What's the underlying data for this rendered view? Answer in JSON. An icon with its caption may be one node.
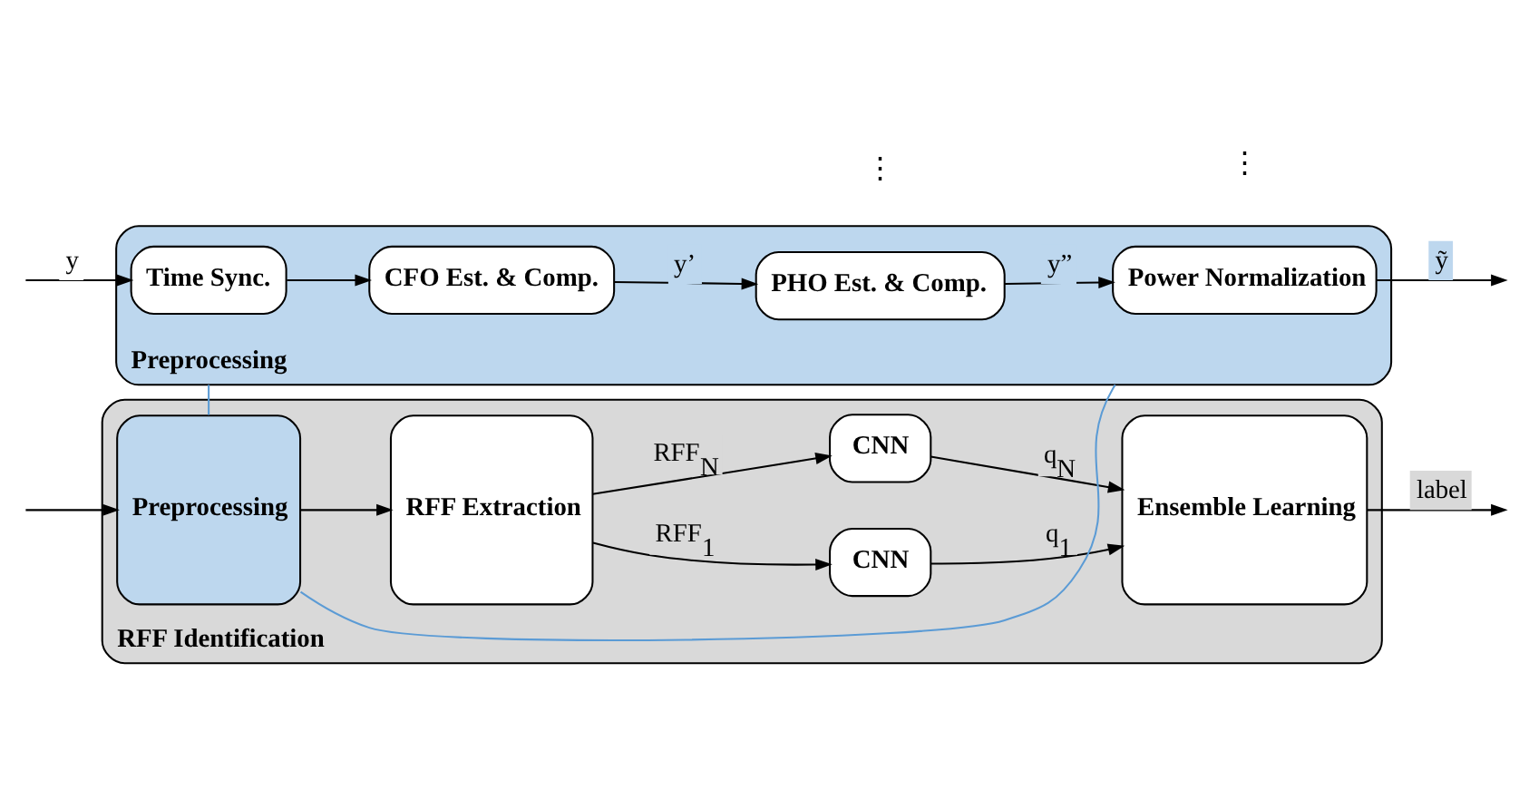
{
  "diagram": {
    "nodes": [
      {
        "text": [
          "Preprocessing"
        ]
      },
      {
        "text": [
          "Time Sync."
        ],
        "in": 0
      },
      {
        "text": [
          "CFO Est. & Comp."
        ],
        "in": 0
      },
      {
        "text": [
          "PHO Est. & Comp."
        ],
        "in": 0
      },
      {
        "text": [
          "Power Normalization"
        ],
        "in": 0
      },
      {
        "text": [
          "RFF Identification"
        ]
      },
      {
        "text": [
          "Preprocessing"
        ],
        "in": 5
      },
      {
        "text": [
          "RFF Extraction"
        ],
        "in": 5
      },
      {
        "text": [
          "CNN"
        ],
        "in": 5
      },
      {
        "text": [
          "CNN"
        ],
        "in": 5
      },
      {
        "text": [
          "Ensemble Learning"
        ],
        "in": 5
      }
    ],
    "edges": [
      {
        "from": null,
        "to": 1,
        "arrow": "to",
        "label": "y"
      },
      {
        "from": 1,
        "to": 2,
        "arrow": "to"
      },
      {
        "from": 2,
        "to": 3,
        "arrow": "to",
        "label": "y’"
      },
      {
        "from": 3,
        "to": 4,
        "arrow": "to",
        "label": "y”"
      },
      {
        "from": 4,
        "to": null,
        "arrow": "to",
        "label": "ỹ"
      },
      {
        "from": 0,
        "to": 6,
        "arrow": "none",
        "color": "#5b9bd5"
      },
      {
        "from": 0,
        "to": 6,
        "arrow": "none",
        "color": "#5b9bd5"
      },
      {
        "from": null,
        "to": 6,
        "arrow": "to"
      },
      {
        "from": 6,
        "to": 7,
        "arrow": "to"
      },
      {
        "from": 7,
        "to": 8,
        "arrow": "to",
        "label": "RFF$_{1}$"
      },
      {
        "from": 7,
        "to": 9,
        "arrow": "to",
        "label": "RFF$_{N}$"
      },
      {
        "from": 8,
        "to": 10,
        "arrow": "to",
        "label": "q$_{1}$"
      },
      {
        "from": 9,
        "to": 10,
        "arrow": "to",
        "label": "q$_{N}$"
      },
      {
        "from": 10,
        "to": null,
        "arrow": "to",
        "label": "label"
      }
    ],
    "labels": [
      "⋮",
      "⋮"
    ]
  }
}
